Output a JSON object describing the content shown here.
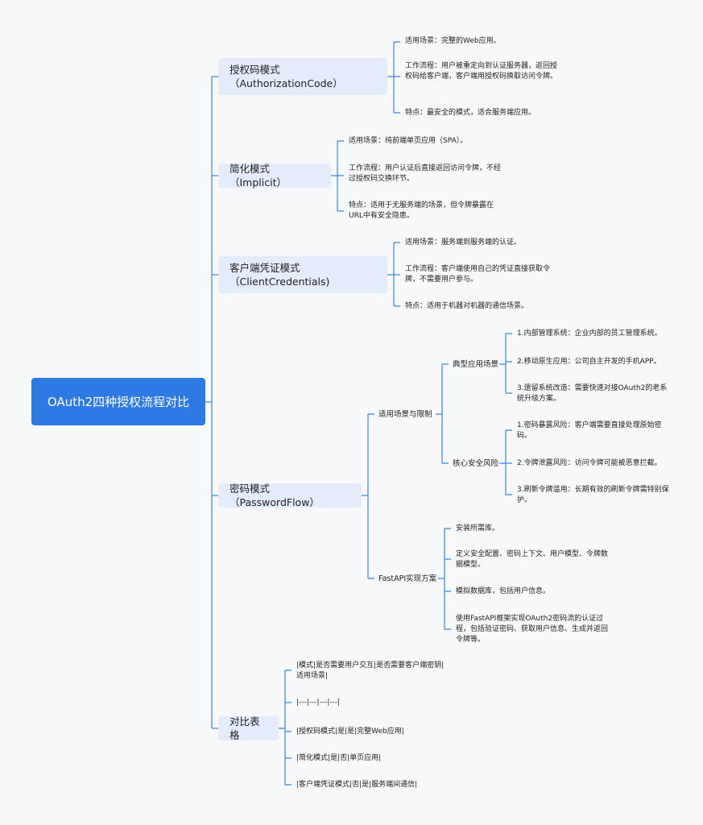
{
  "root": {
    "title": "OAuth2四种授权流程对比"
  },
  "auth_code": {
    "title": "授权码模式（AuthorizationCode）",
    "scene": "适用场景：完整的Web应用。",
    "flow": "工作流程：用户被重定向到认证服务器，返回授权码给客户端，客户端用授权码换取访问令牌。",
    "feature": "特点：最安全的模式，适合服务端应用。"
  },
  "implicit": {
    "title": "简化模式（Implicit）",
    "scene": "适用场景：纯前端单页应用（SPA）。",
    "flow": "工作流程：用户认证后直接返回访问令牌，不经过授权码交换环节。",
    "feature": "特点：适用于无服务端的场景，但令牌暴露在URL中有安全隐患。"
  },
  "client_cred": {
    "title": "客户端凭证模式（ClientCredentials)",
    "scene": "适用场景：服务端到服务端的认证。",
    "flow": "工作流程：客户端使用自己的凭证直接获取令牌，不需要用户参与。",
    "feature": "特点：适用于机器对机器的通信场景。"
  },
  "password": {
    "title": "密码模式（PasswordFlow）",
    "scenes_limits": {
      "title": "适用场景与限制",
      "typical": {
        "title": "典型应用场景",
        "items": [
          "1.内部管理系统：企业内部的员工管理系统。",
          "2.移动原生应用：公司自主开发的手机APP。",
          "3.遗留系统改造：需要快速对接OAuth2的老系统升级方案。"
        ]
      },
      "risks": {
        "title": "核心安全风险",
        "items": [
          "1.密码暴露风险：客户端需要直接处理原始密码。",
          "2.令牌泄露风险：访问令牌可能被恶意拦截。",
          "3.刷新令牌滥用：长期有效的刷新令牌需特别保护。"
        ]
      }
    },
    "fastapi": {
      "title": "FastAPI实现方案",
      "items": [
        "安装所需库。",
        "定义安全配置、密码上下文、用户模型、令牌数据模型。",
        "模拟数据库，包括用户信息。",
        "使用FastAPI框架实现OAuth2密码流的认证过程，包括验证密码、获取用户信息、生成并返回令牌等。"
      ]
    }
  },
  "table": {
    "title": "对比表格",
    "rows": [
      "|模式|是否需要用户交互|是否需要客户端密钥|适用场景|",
      "|---|---|---|---|",
      "|授权码模式|是|是|完整Web应用|",
      "|简化模式|是|否|单页应用|",
      "|客户端凭证模式|否|是|服务端间通信|"
    ]
  },
  "colors": {
    "accent": "#2d7ae4",
    "branch_bg": "#e4ebfa",
    "line": "#3d85e0",
    "background": "#f7f8fa"
  }
}
